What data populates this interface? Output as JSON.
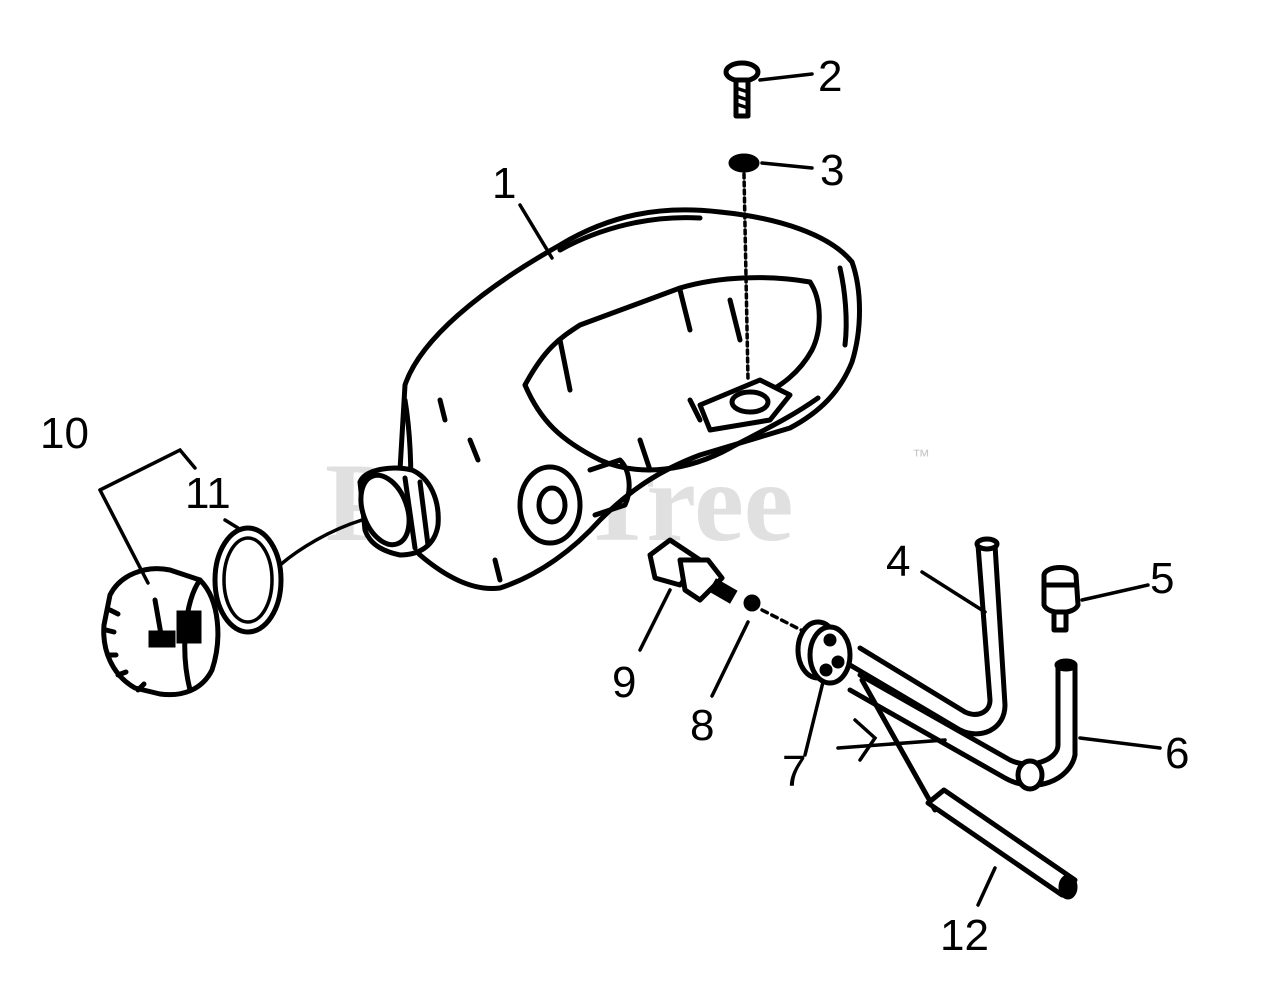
{
  "watermark": {
    "text": "PartsTree",
    "trademark": "™"
  },
  "callouts": {
    "c1": "1",
    "c2": "2",
    "c3": "3",
    "c4": "4",
    "c5": "5",
    "c6": "6",
    "c7": "7",
    "c8": "8",
    "c9": "9",
    "c10": "10",
    "c11": "11",
    "c12": "12"
  }
}
